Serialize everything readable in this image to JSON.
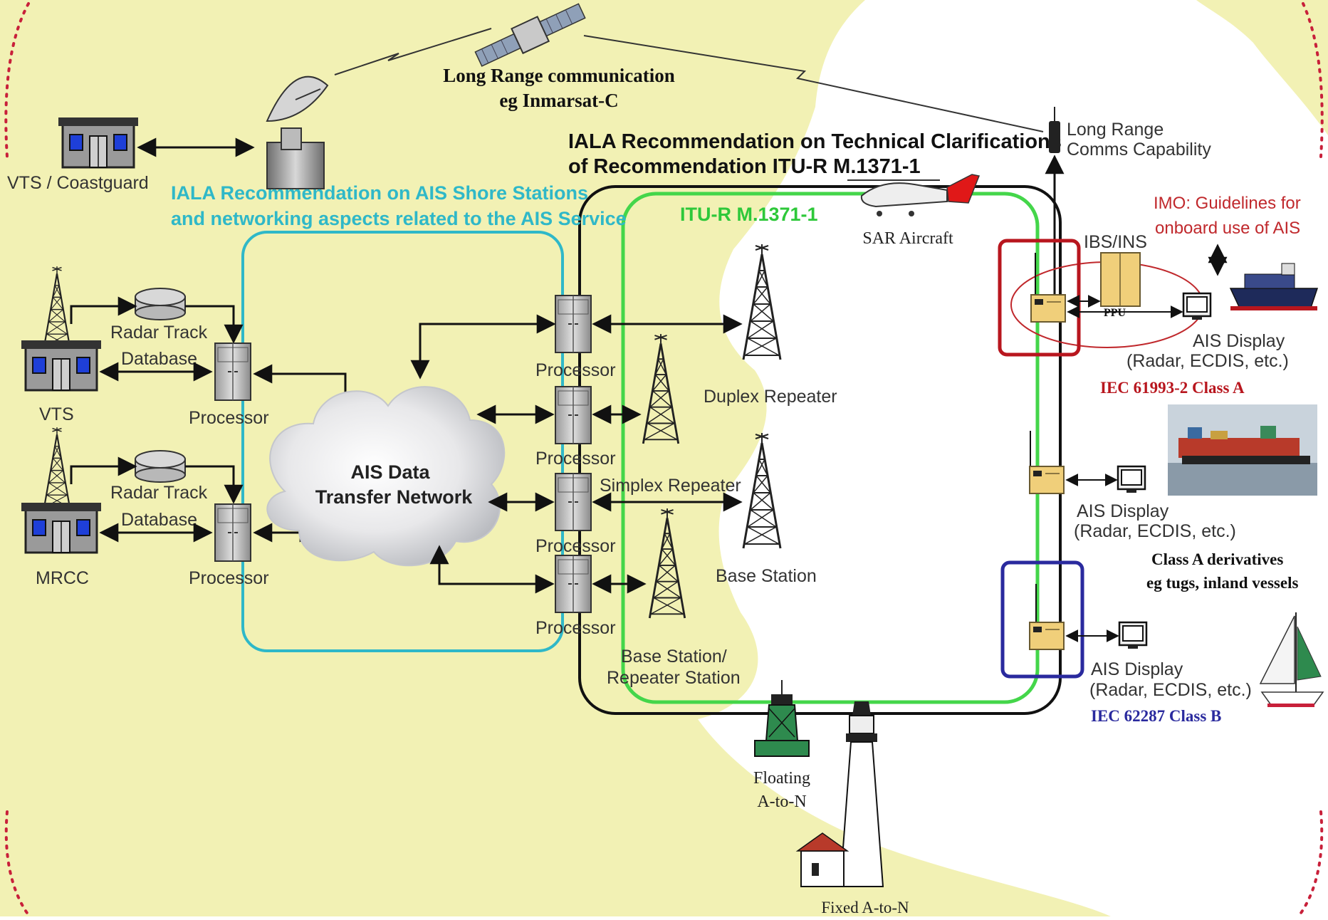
{
  "colors": {
    "land": "#F2F1B4",
    "sea": "#FFFFFF",
    "shore_network": "#2FB8C8",
    "itu_loop": "#44D64A",
    "iala_loop": "#111111",
    "class_a_box": "#B8161E",
    "class_b_box": "#2A2A9E",
    "imo_ellipse": "#C0282C",
    "imo_text": "#C0282C",
    "class_b_text": "#2A2A9E",
    "cyan_text": "#2FB8C8",
    "green_text": "#2EC83A",
    "border_dots": "#C8203A"
  },
  "satellite": {
    "icon": "satellite-icon",
    "label_line1": "Long Range communication",
    "label_line2": "eg Inmarsat-C"
  },
  "ground_station": {
    "icon": "satellite-dish-icon"
  },
  "iala_technical": {
    "line1": "IALA Recommendation on Technical Clarifications",
    "line2": "of Recommendation ITU-R M.1371-1"
  },
  "iala_shore": {
    "line1": "IALA Recommendation on AIS Shore Stations",
    "line2": "and networking aspects related to the AIS Service"
  },
  "itu_label": "ITU-R M.1371-1",
  "long_range_comms": {
    "line1": "Long Range",
    "line2": "Comms Capability"
  },
  "vts_coastguard": "VTS / Coastguard",
  "vts": "VTS",
  "mrcc": "MRCC",
  "radar_track_1": {
    "line1": "Radar Track",
    "line2": "Database"
  },
  "radar_track_2": {
    "line1": "Radar Track",
    "line2": "Database"
  },
  "processor_label": "Processor",
  "network": {
    "line1": "AIS Data",
    "line2": "Transfer Network"
  },
  "sar_aircraft": "SAR Aircraft",
  "duplex_repeater": "Duplex Repeater",
  "simplex_repeater": "Simplex Repeater",
  "base_station": "Base Station",
  "base_repeater": {
    "line1": "Base Station/",
    "line2": "Repeater Station"
  },
  "floating_aton": {
    "line1": "Floating",
    "line2": "A-to-N"
  },
  "fixed_aton": "Fixed A-to-N",
  "ibs_ins": "IBS/INS",
  "ppu": "PPU",
  "imo_guidelines": {
    "line1": "IMO: Guidelines for",
    "line2": "onboard use of AIS"
  },
  "ais_display_a": {
    "line1": "AIS Display",
    "line2": "(Radar, ECDIS, etc.)"
  },
  "class_a_std": "IEC 61993-2 Class A",
  "ais_display_deriv": {
    "line1": "AIS Display",
    "line2": "(Radar, ECDIS, etc.)"
  },
  "class_a_deriv": {
    "line1": "Class A derivatives",
    "line2": "eg tugs, inland vessels"
  },
  "ais_display_b": {
    "line1": "AIS Display",
    "line2": "(Radar, ECDIS, etc.)"
  },
  "class_b_std": "IEC 62287 Class B"
}
